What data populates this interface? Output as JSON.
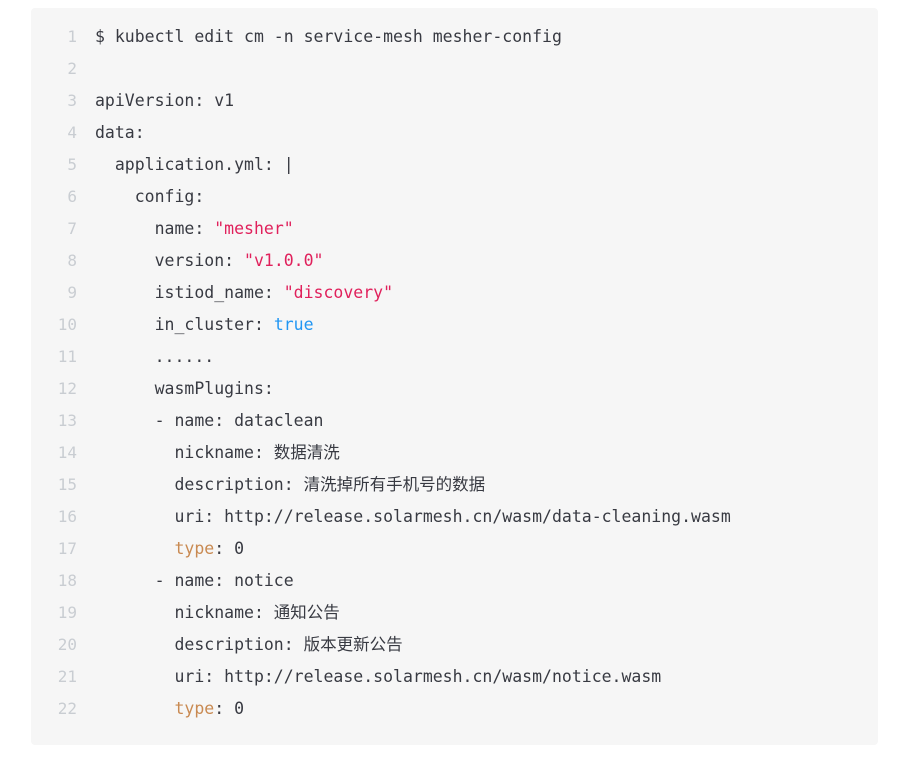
{
  "code_block": {
    "language": "yaml",
    "background_color": "#f6f6f6",
    "line_number_color": "#c9cdd2",
    "text_color": "#383a42",
    "accent_colors": {
      "string": "#e0215c",
      "boolean": "#2196f3",
      "key_highlight": "#c98a52"
    },
    "lines": [
      {
        "number": "1",
        "segments": [
          {
            "text": "$ kubectl edit cm -n service-mesh mesher-config",
            "type": "plain"
          }
        ]
      },
      {
        "number": "2",
        "segments": [
          {
            "text": "",
            "type": "plain"
          }
        ]
      },
      {
        "number": "3",
        "segments": [
          {
            "text": "apiVersion: v1",
            "type": "plain"
          }
        ]
      },
      {
        "number": "4",
        "segments": [
          {
            "text": "data:",
            "type": "plain"
          }
        ]
      },
      {
        "number": "5",
        "segments": [
          {
            "text": "  application.yml: |",
            "type": "plain"
          }
        ]
      },
      {
        "number": "6",
        "segments": [
          {
            "text": "    config:",
            "type": "plain"
          }
        ]
      },
      {
        "number": "7",
        "segments": [
          {
            "text": "      name: ",
            "type": "plain"
          },
          {
            "text": "\"mesher\"",
            "type": "string"
          }
        ]
      },
      {
        "number": "8",
        "segments": [
          {
            "text": "      version: ",
            "type": "plain"
          },
          {
            "text": "\"v1.0.0\"",
            "type": "string"
          }
        ]
      },
      {
        "number": "9",
        "segments": [
          {
            "text": "      istiod_name: ",
            "type": "plain"
          },
          {
            "text": "\"discovery\"",
            "type": "string"
          }
        ]
      },
      {
        "number": "10",
        "segments": [
          {
            "text": "      in_cluster: ",
            "type": "plain"
          },
          {
            "text": "true",
            "type": "boolean"
          }
        ]
      },
      {
        "number": "11",
        "segments": [
          {
            "text": "      ......",
            "type": "dots"
          }
        ]
      },
      {
        "number": "12",
        "segments": [
          {
            "text": "      wasmPlugins:",
            "type": "plain"
          }
        ]
      },
      {
        "number": "13",
        "segments": [
          {
            "text": "      - name: dataclean",
            "type": "plain"
          }
        ]
      },
      {
        "number": "14",
        "segments": [
          {
            "text": "        nickname: 数据清洗",
            "type": "plain"
          }
        ]
      },
      {
        "number": "15",
        "segments": [
          {
            "text": "        description: 清洗掉所有手机号的数据",
            "type": "plain"
          }
        ]
      },
      {
        "number": "16",
        "segments": [
          {
            "text": "        uri: http://release.solarmesh.cn/wasm/data-cleaning.wasm",
            "type": "plain"
          }
        ]
      },
      {
        "number": "17",
        "segments": [
          {
            "text": "        ",
            "type": "plain"
          },
          {
            "text": "type",
            "type": "key"
          },
          {
            "text": ": 0",
            "type": "plain"
          }
        ]
      },
      {
        "number": "18",
        "segments": [
          {
            "text": "      - name: notice",
            "type": "plain"
          }
        ]
      },
      {
        "number": "19",
        "segments": [
          {
            "text": "        nickname: 通知公告",
            "type": "plain"
          }
        ]
      },
      {
        "number": "20",
        "segments": [
          {
            "text": "        description: 版本更新公告",
            "type": "plain"
          }
        ]
      },
      {
        "number": "21",
        "segments": [
          {
            "text": "        uri: http://release.solarmesh.cn/wasm/notice.wasm",
            "type": "plain"
          }
        ]
      },
      {
        "number": "22",
        "segments": [
          {
            "text": "        ",
            "type": "plain"
          },
          {
            "text": "type",
            "type": "key"
          },
          {
            "text": ": 0",
            "type": "plain"
          }
        ]
      }
    ]
  }
}
